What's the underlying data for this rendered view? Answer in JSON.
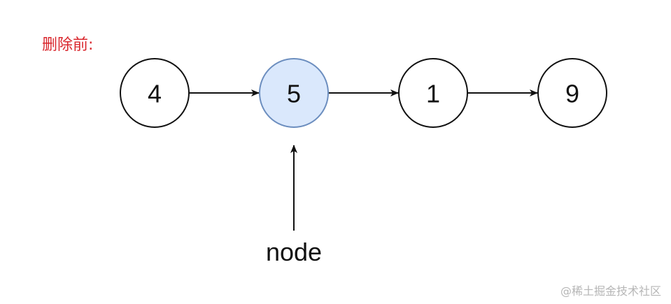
{
  "caption": "删除前:",
  "nodes": [
    {
      "label": "4",
      "highlight": false
    },
    {
      "label": "5",
      "highlight": true
    },
    {
      "label": "1",
      "highlight": false
    },
    {
      "label": "9",
      "highlight": false
    }
  ],
  "pointer": {
    "label": "node",
    "target_index": 1
  },
  "watermark": "@稀土掘金技术社区",
  "colors": {
    "caption": "#d9262c",
    "highlight_fill": "#dae8fc",
    "highlight_stroke": "#6c8ebf",
    "stroke": "#111111"
  }
}
